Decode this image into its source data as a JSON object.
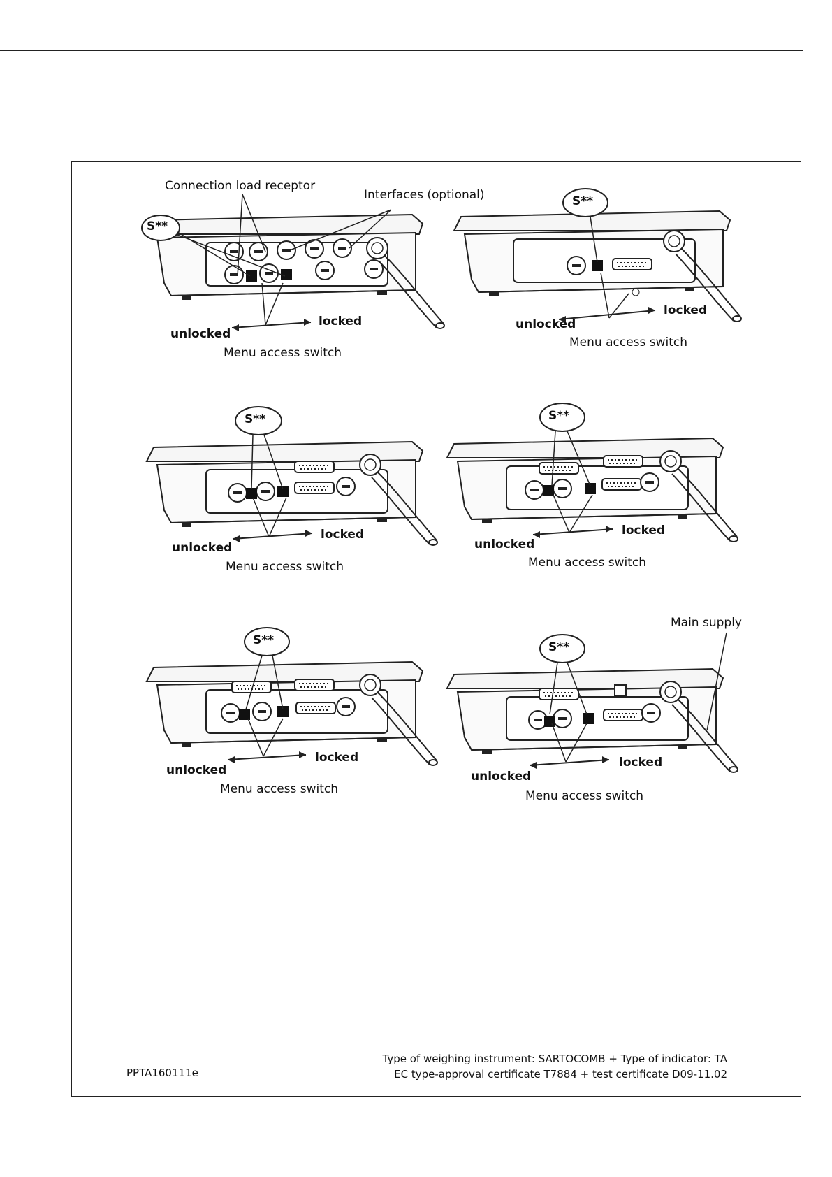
{
  "labels": {
    "connection_load_receptor": "Connection load receptor",
    "interfaces_optional": "Interfaces (optional)",
    "seal": "S**",
    "unlocked": "unlocked",
    "locked": "locked",
    "menu_access_switch": "Menu access switch",
    "main_supply": "Main supply"
  },
  "footer": {
    "code": "PPTA160111e",
    "line1": "Type of weighing instrument: SARTOCOMB  + Type of indicator: TA",
    "line2": "EC type-approval certificate T7884  +  test certificate D09-11.02"
  }
}
